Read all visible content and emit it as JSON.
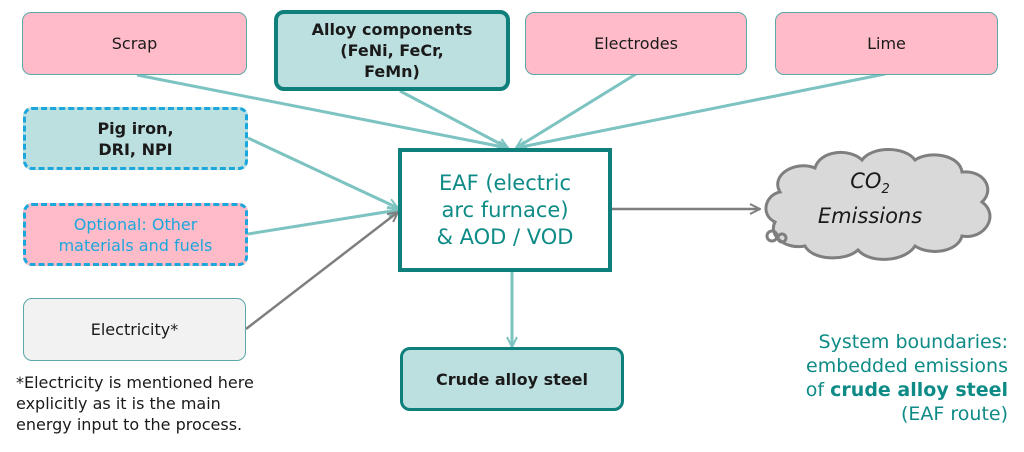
{
  "inputs": {
    "scrap": "Scrap",
    "alloy": [
      "Alloy components",
      "(FeNi, FeCr,",
      "FeMn)"
    ],
    "electrodes": "Electrodes",
    "lime": "Lime",
    "pig_iron": [
      "Pig iron,",
      "DRI, NPI"
    ],
    "optional": [
      "Optional: Other",
      "materials and fuels"
    ],
    "electricity": "Electricity*"
  },
  "process": [
    "EAF (electric",
    "arc furnace)",
    "& AOD / VOD"
  ],
  "output": "Crude alloy steel",
  "emissions": {
    "co": "CO",
    "sub": "2",
    "label": "Emissions"
  },
  "footnote": [
    "*Electricity is mentioned here",
    "explicitly as it is the main",
    "energy input to the process."
  ],
  "boundary": {
    "line1": "System boundaries:",
    "line2": "embedded emissions",
    "line3_prefix": "of ",
    "line3_bold": "crude alloy steel",
    "line4": "(EAF route)"
  },
  "colors": {
    "teal_dark": "#0e7f7b",
    "teal_text": "#0e8b86",
    "arrow_teal": "#7cc3c1",
    "arrow_grey": "#7f7f7f",
    "pink": "#ffbcc8",
    "teal_fill": "#bcdfdf",
    "dash_blue": "#1ba6dc",
    "cloud_fill": "#d9d9d9"
  }
}
